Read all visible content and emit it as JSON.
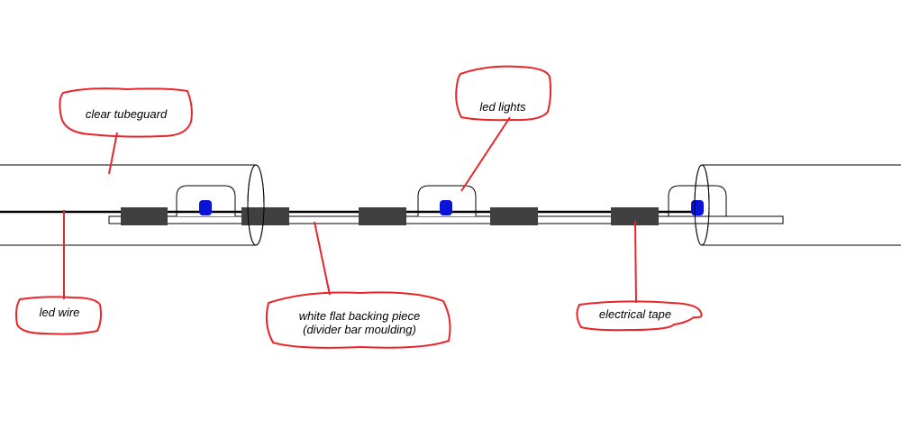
{
  "labels": {
    "clear_tubeguard": "clear tubeguard",
    "led_lights": "led lights",
    "led_wire": "led wire",
    "white_backing_line1": "white flat backing piece",
    "white_backing_line2": "(divider bar moulding)",
    "electrical_tape": "electrical tape"
  },
  "colors": {
    "callout_outline": "#e8262a",
    "tape": "#404040",
    "led": "#0a14d8",
    "wire": "#000000",
    "tube_outline": "#000000",
    "background": "#ffffff"
  }
}
